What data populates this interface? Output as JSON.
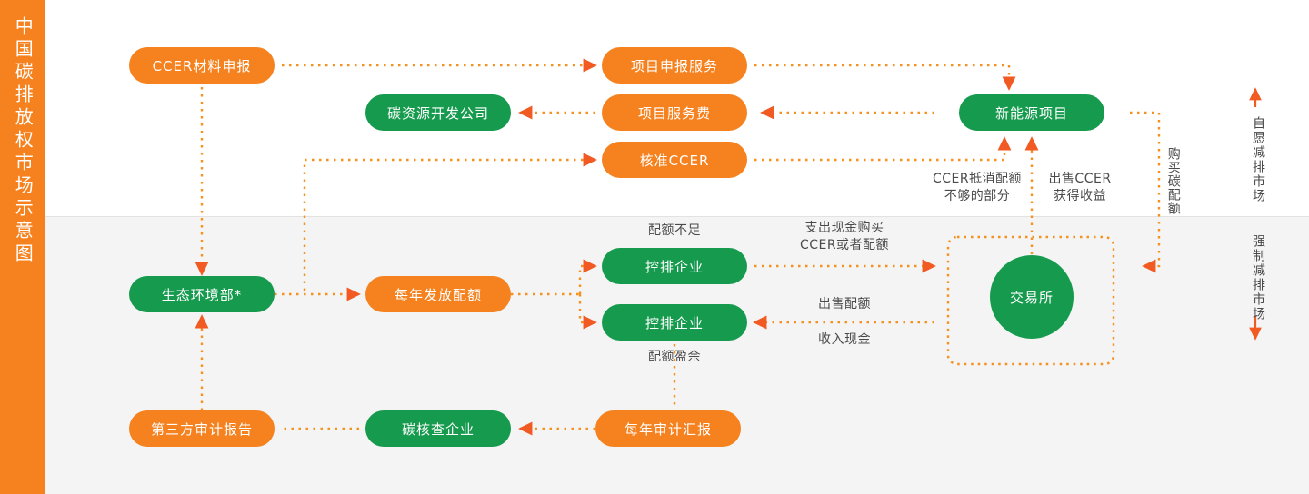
{
  "sidebar": {
    "title": "中国碳排放权市场示意图",
    "bg": "#f5821f"
  },
  "colors": {
    "orange": "#f5821f",
    "green": "#169b4e",
    "text": "#4a4a4a",
    "band": "#f4f4f4"
  },
  "nodes": {
    "ccer_material": "CCER材料申报",
    "carbon_dev_company": "碳资源开发公司",
    "project_apply_service": "项目申报服务",
    "project_service_fee": "项目服务费",
    "approve_ccer": "核准CCER",
    "new_energy_project": "新能源项目",
    "moee": "生态环境部*",
    "annual_quota": "每年发放配额",
    "controlled_enterprise_1": "控排企业",
    "controlled_enterprise_2": "控排企业",
    "exchange": "交易所",
    "third_party_audit_report": "第三方审计报告",
    "carbon_verification_company": "碳核查企业",
    "annual_audit_report": "每年审计汇报"
  },
  "captions": {
    "ccer_offset": "CCER抵消配额\n不够的部分",
    "sell_ccer_income": "出售CCER\n获得收益",
    "buy_carbon_quota": "购买碳配额",
    "quota_shortage": "配额不足",
    "quota_surplus": "配额盈余",
    "pay_cash_buy": "支出现金购买\nCCER或者配额",
    "sell_quota": "出售配额",
    "cash_income": "收入现金"
  },
  "markets": {
    "voluntary": "自愿减排市场",
    "mandatory": "强制减排市场"
  }
}
